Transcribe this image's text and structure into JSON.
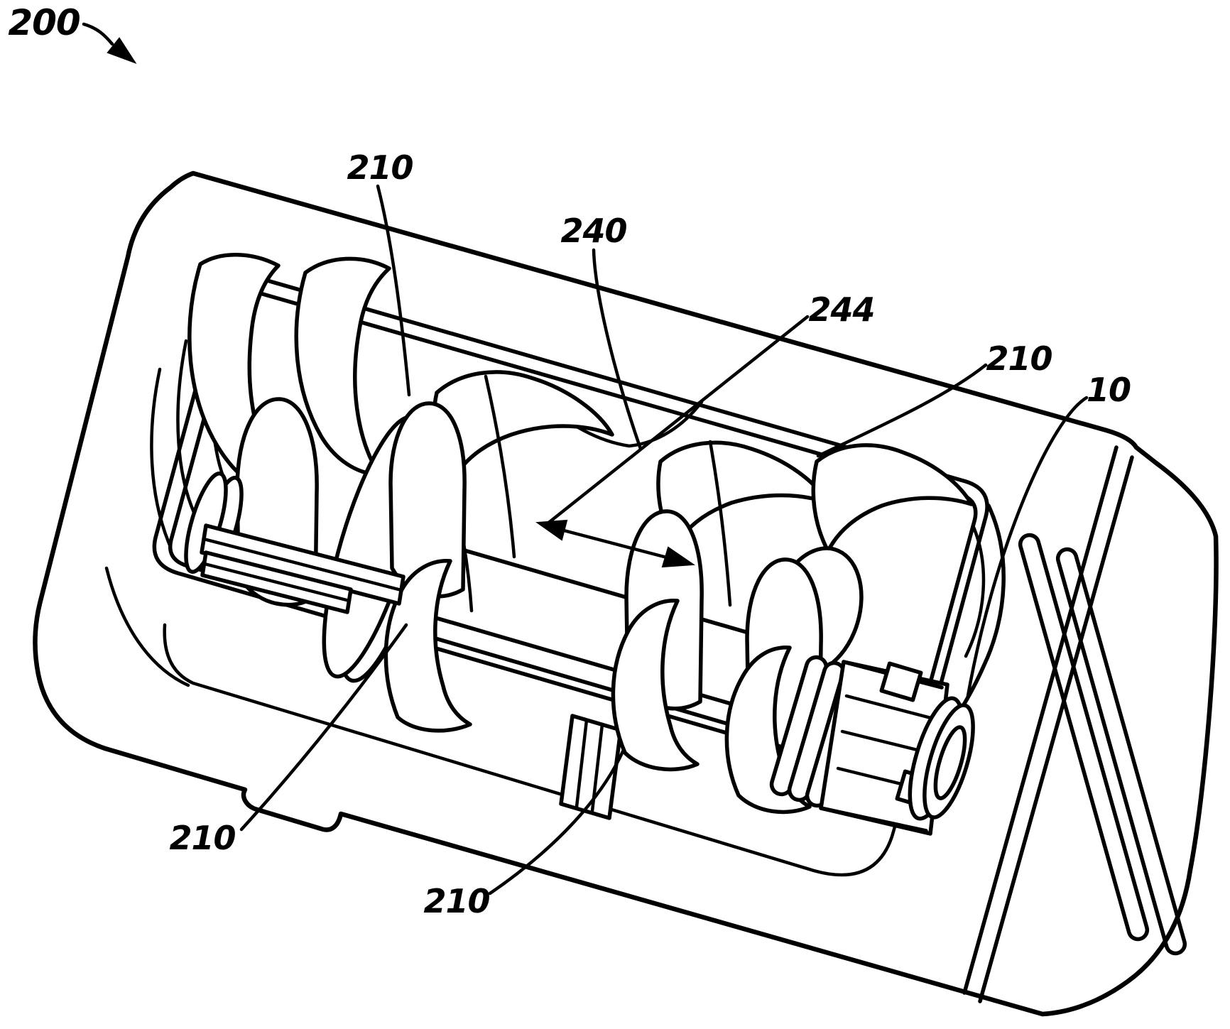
{
  "figure": {
    "background_color": "#ffffff",
    "line_color": "#000000",
    "kind": "patent-line-drawing",
    "description": "Isometric patent figure of assembly 200: open-top housing revealing four lobed rotors (210) on a shaft assembly (10), with gap (240) whose width is indicated by double-headed arrow (244)"
  },
  "labels": [
    {
      "text": "200",
      "role": "device-assembly-reference"
    },
    {
      "text": "210",
      "role": "rotor-reference-top"
    },
    {
      "text": "240",
      "role": "gap-reference"
    },
    {
      "text": "244",
      "role": "gap-width-dimension-reference"
    },
    {
      "text": "210",
      "role": "rotor-reference-right"
    },
    {
      "text": "10",
      "role": "shaft-assembly-reference"
    },
    {
      "text": "210",
      "role": "rotor-reference-bottom-left"
    },
    {
      "text": "210",
      "role": "rotor-reference-bottom-center"
    }
  ]
}
